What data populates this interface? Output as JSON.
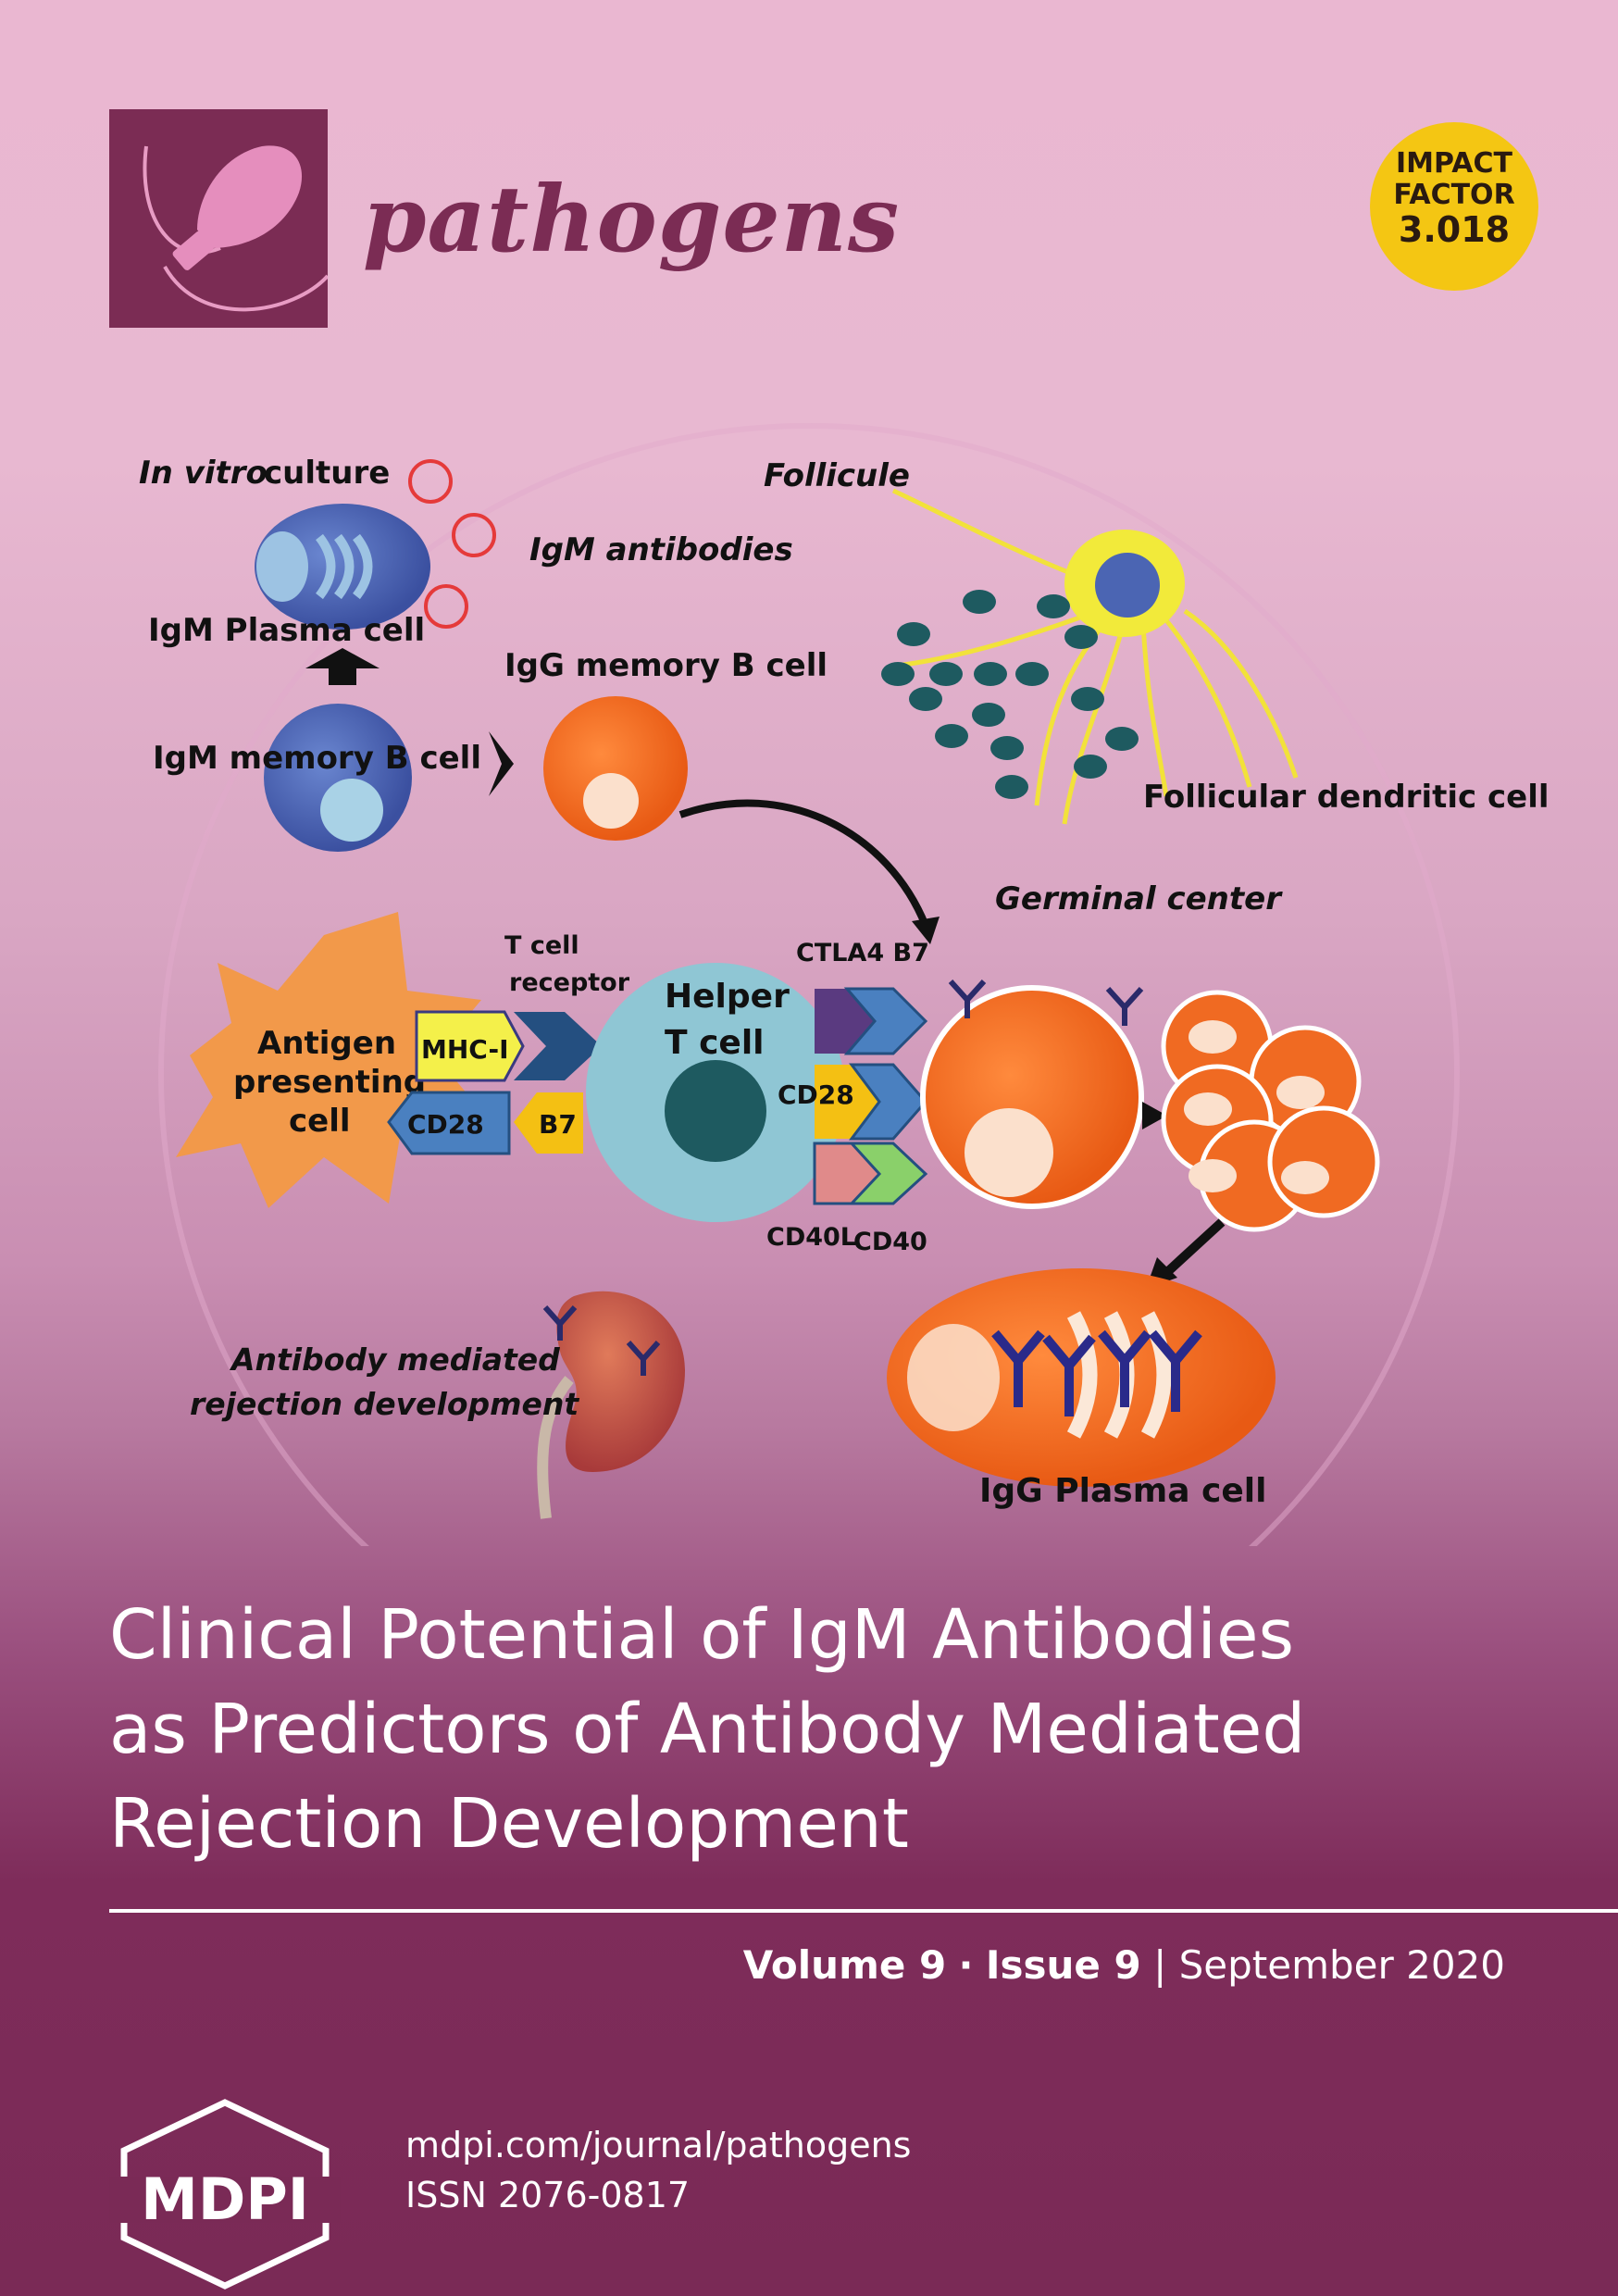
{
  "journal": {
    "name": "pathogens",
    "impact_factor": {
      "line1": "IMPACT",
      "line2": "FACTOR",
      "value": "3.018"
    }
  },
  "colors": {
    "brand": "#7b2c54",
    "accent": "#f4c613",
    "cell_orange": "#f06a22",
    "cell_blue": "#4b65b3",
    "helper": "#8fc6d4"
  },
  "illustration": {
    "in_vitro": "In vitro",
    "culture": "culture",
    "igm_antibodies": "IgM antibodies",
    "igm_plasma_cell": "IgM Plasma cell",
    "igg_memory_b_cell": "IgG memory B cell",
    "igm_memory_b_cell": "IgM memory B cell",
    "follicule": "Follicule",
    "follicular_dendritic_cell": "Follicular dendritic cell",
    "germinal_center": "Germinal center",
    "t_cell_receptor_1": "T cell",
    "t_cell_receptor_2": "receptor",
    "ctla4_b7": "CTLA4 B7",
    "antigen_1": "Antigen",
    "antigen_2": "presenting",
    "antigen_3": "cell",
    "mhc_i": "MHC-I",
    "cd28_left": "CD28",
    "b7": "B7",
    "helper_1": "Helper",
    "helper_2": "T cell",
    "cd28_right": "CD28",
    "cd40l": "CD40L",
    "cd40": "CD40",
    "amr_1": "Antibody mediated",
    "amr_2": "rejection development",
    "igg_plasma_cell": "IgG Plasma cell"
  },
  "article": {
    "title_lines": [
      "Clinical Potential of IgM Antibodies",
      "as Predictors of Antibody Mediated",
      "Rejection Development"
    ]
  },
  "issue": {
    "volume": "Volume 9",
    "sep_dot": "·",
    "issue": "Issue 9",
    "sep_bar": "|",
    "date": "September 2020"
  },
  "publisher": {
    "name": "MDPI",
    "url": "mdpi.com/journal/pathogens",
    "issn": "ISSN 2076-0817"
  }
}
